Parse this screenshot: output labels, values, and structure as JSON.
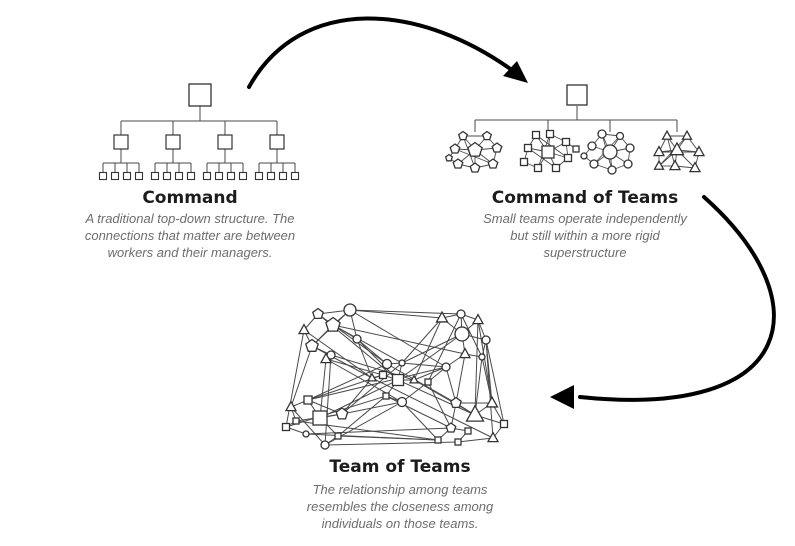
{
  "panels": {
    "command": {
      "title": "Command",
      "caption_lines": [
        "A traditional top-down structure. The",
        "connections that matter are between",
        "workers and their managers."
      ]
    },
    "command_of_teams": {
      "title": "Command of Teams",
      "caption_lines": [
        "Small teams operate independently",
        "but still within a more rigid",
        "superstructure"
      ]
    },
    "team_of_teams": {
      "title": "Team of Teams",
      "caption_lines": [
        "The relationship among teams",
        "resembles the closeness among",
        "individuals on those teams."
      ]
    }
  },
  "colors": {
    "stroke": "#333333",
    "line": "#4a4a4a",
    "arrow": "#000000",
    "caption": "#6d6d6d"
  },
  "icons": [
    "square-node",
    "circle-node",
    "triangle-node",
    "pentagon-node",
    "flow-arrow"
  ]
}
